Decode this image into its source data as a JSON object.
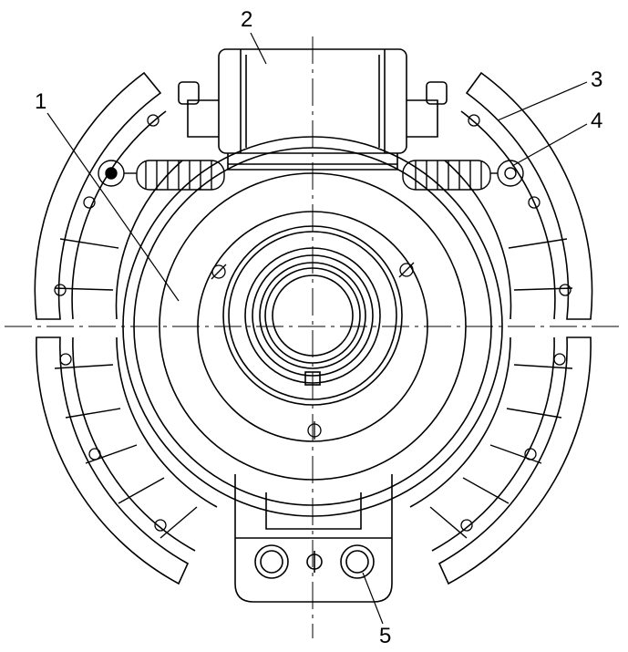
{
  "callouts": {
    "1": "1",
    "2": "2",
    "3": "3",
    "4": "4",
    "5": "5"
  },
  "colors": {
    "line": "#000000",
    "background": "#ffffff"
  }
}
